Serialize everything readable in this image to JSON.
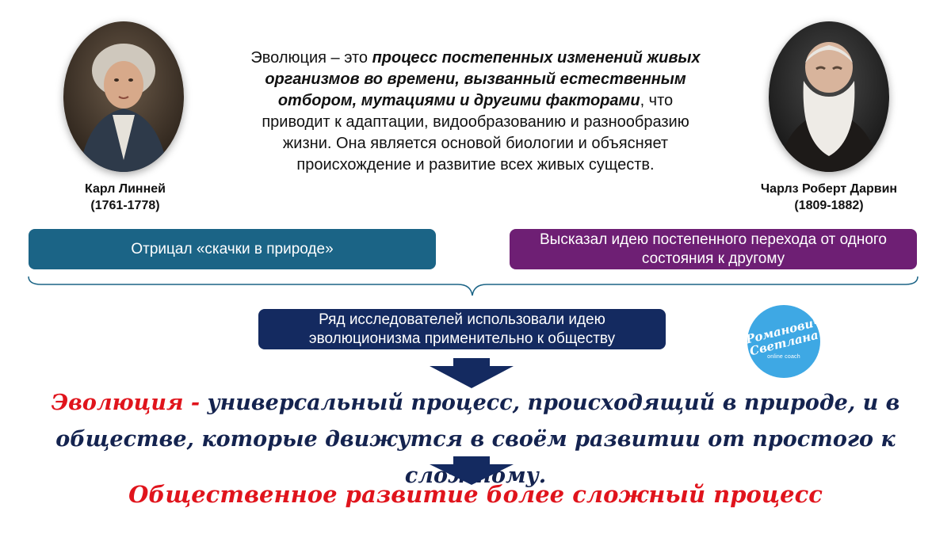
{
  "portraits": {
    "left": {
      "name": "Карл Линней",
      "years": "(1761-1778)"
    },
    "right": {
      "name": "Чарлз Роберт Дарвин",
      "years": "(1809-1882)"
    }
  },
  "definition": {
    "part1": "Эволюция – это ",
    "bold": "процесс постепенных изменений живых организмов во времени, вызванный естественным отбором, мутациями и другими факторами",
    "part2": ", что приводит к адаптации, видообразованию и разнообразию жизни. Она является основой биологии и объясняет происхождение и развитие всех живых существ."
  },
  "boxes": {
    "left": "Отрицал «скачки в природе»",
    "right": "Высказал идею постепенного перехода от одного состояния к другому",
    "middle": "Ряд исследователей использовали идею эволюционизма применительно к обществу"
  },
  "logo": {
    "line1": "Романович",
    "line2": "Светлана",
    "line3": "online coach"
  },
  "conclusion": {
    "term": "Эволюция - ",
    "text": "универсальный процесс, происходящий в природе, и в обществе, которые движутся в своём развитии от простого к сложному."
  },
  "final": "Общественное развитие более сложный процесс",
  "colors": {
    "teal": "#1b6486",
    "purple": "#6e1f74",
    "navy": "#142a60",
    "red": "#e0141c",
    "logo": "#3ea8e4"
  }
}
